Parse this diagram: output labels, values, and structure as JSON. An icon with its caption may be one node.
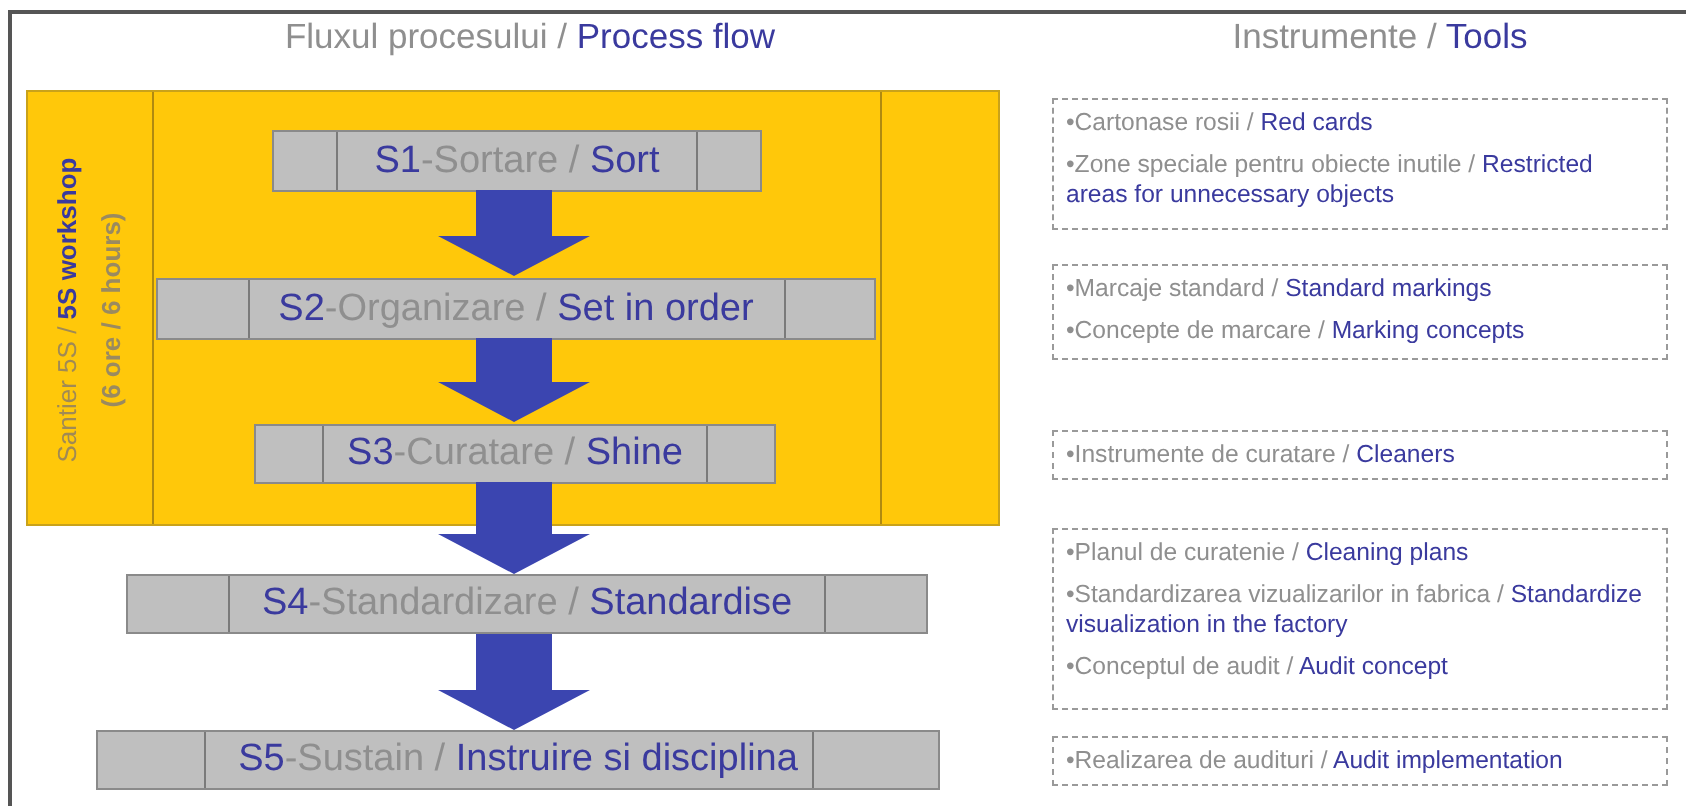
{
  "diagram": {
    "nodes": [
      {
        "text": [
          "Santier 5S /",
          "5S workshop",
          "(6 ore / 6 hours)"
        ]
      },
      {
        "text": [
          "S1",
          "-Sortare /",
          "Sort"
        ],
        "in": 0
      },
      {
        "text": [
          "S2",
          "-Organizare /",
          "Set in order"
        ],
        "in": 0
      },
      {
        "text": [
          "S3",
          "-Curatare /",
          "Shine"
        ],
        "in": 0
      },
      {
        "text": [
          "S4",
          "-Standardizare /",
          "Standardise"
        ]
      },
      {
        "text": [
          "S5",
          "-Sustain /",
          "Instruire si disciplina"
        ]
      },
      {
        "text": [
          "•Cartonase rosii /",
          "Red cards",
          "•Zone speciale pentru obiecte inutile /",
          "Restricted areas for unnecessary objects"
        ]
      },
      {
        "text": [
          "•Marcaje standard /",
          "Standard markings",
          "•Concepte de marcare /",
          "Marking concepts"
        ]
      },
      {
        "text": [
          "•Instrumente  de curatare /",
          "Cleaners"
        ]
      },
      {
        "text": [
          "•Planul de curatenie /",
          "Cleaning plans",
          "•Standardizarea vizualizarilor in fabrica /",
          "Standardize visualization in the factory",
          "•Conceptul de audit /",
          "Audit concept"
        ]
      },
      {
        "text": [
          "•Realizarea de audituri /",
          "Audit implementation"
        ]
      }
    ],
    "edges": [
      {
        "from": 1,
        "to": 2,
        "arrow": "to"
      },
      {
        "from": 2,
        "to": 3,
        "arrow": "to"
      },
      {
        "from": 3,
        "to": 4,
        "arrow": "to"
      },
      {
        "from": 4,
        "to": 5,
        "arrow": "to"
      }
    ],
    "labels": [
      "Fluxul procesului /",
      "Process flow",
      "Instrumente /",
      "Tools"
    ]
  }
}
